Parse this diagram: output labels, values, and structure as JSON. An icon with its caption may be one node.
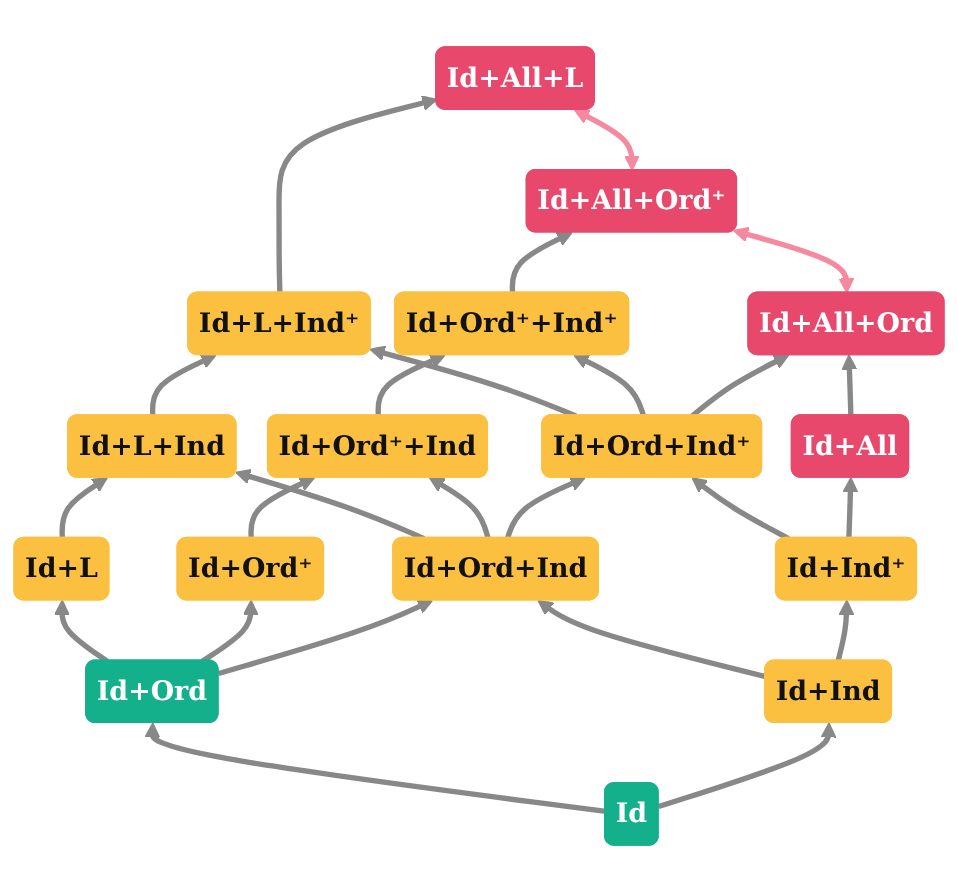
{
  "diagram": {
    "nodes": [
      {
        "text": [
          "Id+All+L"
        ]
      },
      {
        "text": [
          "Id+L+Ind⁺"
        ]
      },
      {
        "text": [
          "Id+All+Ord⁺"
        ]
      },
      {
        "text": [
          "Id+L+Ind"
        ]
      },
      {
        "text": [
          "Id+Ord⁺+Ind⁺"
        ]
      },
      {
        "text": [
          "Id+All+Ord"
        ]
      },
      {
        "text": [
          "Id+L"
        ]
      },
      {
        "text": [
          "Id+Ord⁺+Ind"
        ]
      },
      {
        "text": [
          "Id+Ord+Ind⁺"
        ]
      },
      {
        "text": [
          "Id+All"
        ]
      },
      {
        "text": [
          "Id+Ord⁺"
        ]
      },
      {
        "text": [
          "Id+Ord+Ind"
        ]
      },
      {
        "text": [
          "Id+Ind⁺"
        ]
      },
      {
        "text": [
          "Id+Ord"
        ]
      },
      {
        "text": [
          "Id+Ind"
        ]
      },
      {
        "text": [
          "Id"
        ]
      }
    ],
    "edges": [
      {
        "from": 15,
        "to": 13,
        "arrow": "to"
      },
      {
        "from": 15,
        "to": 14,
        "arrow": "to"
      },
      {
        "from": 13,
        "to": 6,
        "arrow": "to"
      },
      {
        "from": 13,
        "to": 10,
        "arrow": "to"
      },
      {
        "from": 13,
        "to": 11,
        "arrow": "to"
      },
      {
        "from": 14,
        "to": 11,
        "arrow": "to"
      },
      {
        "from": 14,
        "to": 12,
        "arrow": "to"
      },
      {
        "from": 10,
        "to": 7,
        "arrow": "to"
      },
      {
        "from": 11,
        "to": 3,
        "arrow": "to"
      },
      {
        "from": 11,
        "to": 7,
        "arrow": "to"
      },
      {
        "from": 11,
        "to": 8,
        "arrow": "to"
      },
      {
        "from": 12,
        "to": 8,
        "arrow": "to"
      },
      {
        "from": 12,
        "to": 9,
        "arrow": "to"
      },
      {
        "from": 6,
        "to": 3,
        "arrow": "to"
      },
      {
        "from": 7,
        "to": 4,
        "arrow": "to"
      },
      {
        "from": 8,
        "to": 1,
        "arrow": "to"
      },
      {
        "from": 8,
        "to": 4,
        "arrow": "to"
      },
      {
        "from": 8,
        "to": 5,
        "arrow": "to"
      },
      {
        "from": 9,
        "to": 5,
        "arrow": "to"
      },
      {
        "from": 3,
        "to": 1,
        "arrow": "to"
      },
      {
        "from": 4,
        "to": 2,
        "arrow": "to"
      },
      {
        "from": 1,
        "to": 0,
        "arrow": "to"
      },
      {
        "from": 5,
        "to": 2,
        "arrow": "both",
        "color": "#f4899f"
      },
      {
        "from": 2,
        "to": 0,
        "arrow": "both",
        "color": "#f4899f"
      }
    ]
  }
}
